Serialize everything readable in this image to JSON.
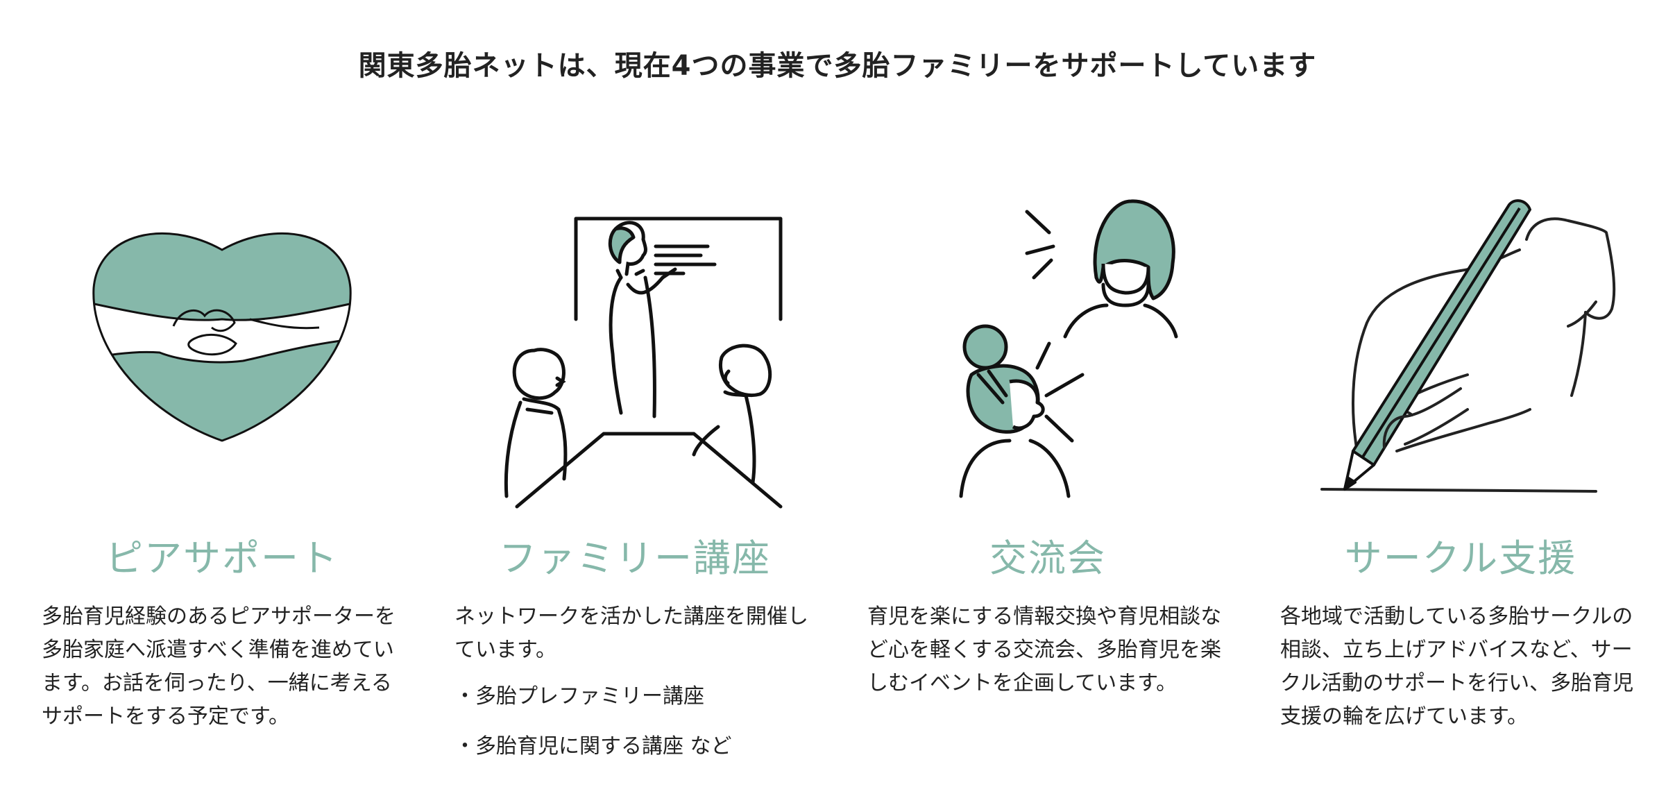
{
  "colors": {
    "accent": "#86b8aa",
    "text": "#222222",
    "line": "#111111"
  },
  "heading": "関東多胎ネットは、現在4つの事業で多胎ファミリーをサポートしています",
  "services": [
    {
      "icon": "heart-hands-icon",
      "title": "ピアサポート",
      "description": "多胎育児経験のあるピアサポーターを多胎家庭へ派遣すべく準備を進めています。お話を伺ったり、一緒に考えるサポートをする予定です。"
    },
    {
      "icon": "seminar-icon",
      "title": "ファミリー講座",
      "description": "ネットワークを活かした講座を開催しています。",
      "bullets": [
        "・多胎プレファミリー講座",
        "・多胎育児に関する講座 など"
      ]
    },
    {
      "icon": "conversation-icon",
      "title": "交流会",
      "description": "育児を楽にする情報交換や育児相談など心を軽くする交流会、多胎育児を楽しむイベントを企画しています。"
    },
    {
      "icon": "hand-pencil-icon",
      "title": "サークル支援",
      "description": "各地域で活動している多胎サークルの相談、立ち上げアドバイスなど、サークル活動のサポートを行い、多胎育児支援の輪を広げています。"
    }
  ]
}
